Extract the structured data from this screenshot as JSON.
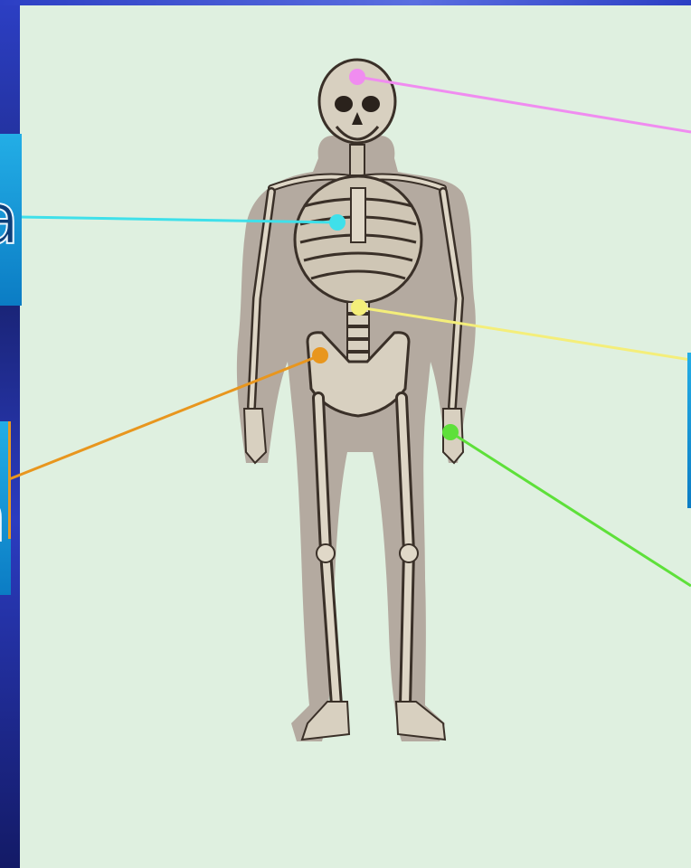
{
  "diagram": {
    "labels": [
      {
        "id": "left-top",
        "text": "a",
        "color": "#3fe0ea"
      },
      {
        "id": "left-bottom",
        "text": "n",
        "color": "#e8961e"
      },
      {
        "id": "right",
        "text": "",
        "color": "#f4ee7a"
      }
    ],
    "markers": [
      {
        "id": "skull-marker",
        "color": "#f08cf0"
      },
      {
        "id": "ribcage-marker",
        "color": "#3fe0ea"
      },
      {
        "id": "spine-marker",
        "color": "#f4ee7a"
      },
      {
        "id": "pelvis-marker",
        "color": "#e8961e"
      },
      {
        "id": "wrist-marker",
        "color": "#5ee03a"
      }
    ],
    "figure": "skeleton"
  }
}
